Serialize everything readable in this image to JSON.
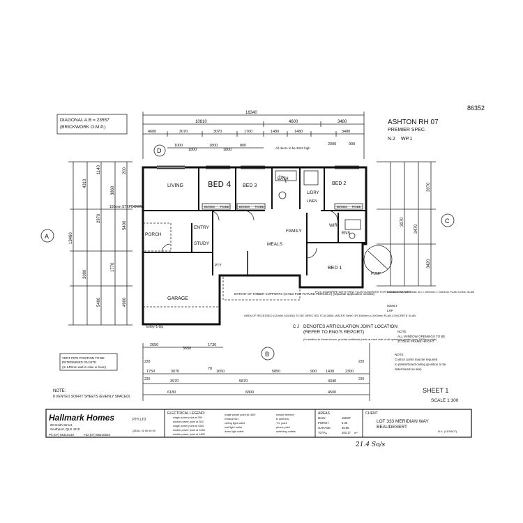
{
  "sheet_number_top": "86352",
  "title_block": {
    "name": "ASHTON RH 07",
    "spec": "PREMIER SPEC.",
    "revision": "N.2",
    "wp": "WP.1"
  },
  "diagonal_note": {
    "line1": "DIAGONAL A.B = 23557",
    "line2": "(BRICKWORK O.M.P.)"
  },
  "grid_markers": {
    "a": "A",
    "b": "B",
    "c": "C",
    "d": "D"
  },
  "dimensions_top": {
    "overall": "16340",
    "segments_row1": [
      "10810",
      "4600",
      "3480"
    ],
    "segments_row2": [
      "4600",
      "3070",
      "3070",
      "1700",
      "1480",
      "1480",
      "3480"
    ],
    "segments_row3": [
      "1000",
      "1800",
      "1800",
      "1800",
      "800",
      "2000",
      "900"
    ]
  },
  "dimensions_left": {
    "overall": "13460",
    "segments": [
      "4310",
      "3000",
      "1140",
      "2970",
      "5400",
      "3860",
      "1770",
      "200",
      "5400",
      "4900"
    ]
  },
  "dimensions_right": {
    "segments": [
      "3070",
      "3070",
      "3470",
      "3420"
    ]
  },
  "dimensions_bottom": {
    "row1": [
      "2650",
      "3650",
      "1730"
    ],
    "row2": [
      "1750",
      "3070",
      "70",
      "1650",
      "5850",
      "900",
      "1430",
      "2300"
    ],
    "row3": [
      "3970",
      "5870",
      "4340"
    ],
    "row4": [
      "6180",
      "6800",
      "4500"
    ],
    "extra": [
      "220",
      "220",
      "220",
      "220"
    ]
  },
  "rooms": {
    "living": "LIVING",
    "bed4": "BED 4",
    "bed3": "BED 3",
    "bath": "BATH",
    "ldry": "L/DRY",
    "bed2": "BED 2",
    "linen": "LINEN",
    "wir": "WIR",
    "ens": "ENS",
    "porch": "PORCH",
    "entry": "ENTRY",
    "study": "STUDY",
    "meals": "MEALS",
    "family": "FAMILY",
    "bed1": "BED 1",
    "garage": "GARAGE",
    "pty": "PTY",
    "pump": "PUMP"
  },
  "robes": [
    "BI/OBS",
    "ROBE",
    "BI/OBS",
    "ROBE",
    "BI/OBS",
    "ROBE"
  ],
  "callouts": {
    "stepdown": "150mm STEPDOWN",
    "all_doors": "All doors to be 2040 high",
    "timber_supports": "EXTENT OF TIMBER SUPPORTS (CHILD FOR FUTURE PERGOLA) (separate application needed)",
    "recessed_area": "AREA OF RECESSED (120x90 SOUND) TO BE DIRECTED TO A 2850L WATER TANK OR 3000mm x 2000mm PLAN CONCRETE SLAB",
    "pvc_downpipe": "P.V.C DOWNPIPE WITH FIRST FLUSH DIVERTER FOR RAINWATER TANK",
    "tank": "DOUBLE WATER TANK 4m x 1500mm x 2400mm PLAN CONC SLAB",
    "unit": "5000LT",
    "unit2": "LRP",
    "articulation_symbol": "C J",
    "articulation_title": "DENOTES ARTICULATION JOINT LOCATION",
    "articulation_sub": "(REFER TO ENG'S REPORT)",
    "articulation_note": "(In addition to those shown, provide additional joints at each side of all openings greater than 1800mm wide)",
    "window_note_1": "NOTE:",
    "window_note_2": "ALL WINDOW OPENINGS TO BE",
    "window_note_3": "2170mm FRAME HEIGHT",
    "control_joint_1": "NOTE:",
    "control_joint_2": "Control Joints may be required",
    "control_joint_3": "to plasterboard ceiling (position to be",
    "control_joint_4": "determined on site)",
    "vent_pipe_1": "VENT PIPE POSITION TO BE",
    "vent_pipe_2": "DETERMINED ON SITE",
    "vent_pipe_3": "(In 140mm wall in robe or linen)",
    "soffit_1": "NOTE:",
    "soffit_2": "8 VENTED SOFFIT SHEETS (EVENLY SPACED)",
    "entry_step": "Entry-1-Up"
  },
  "sheet_label": {
    "sheet": "SHEET 1",
    "scale": "SCALE 1:100"
  },
  "company": {
    "name": "Hallmark Homes",
    "suffix": "PTY.LTD",
    "address1": "60 Smith Street,",
    "address2": "Southport, QLD 4215",
    "phone": "Ph.(07) 55310310",
    "fax": "Fax.(07) 55310533",
    "licence": "QBSA. 91 60 60 59"
  },
  "electrical_legend": {
    "title": "ELECTRICAL LEGEND:",
    "col1": [
      "single power point at 300",
      "double power point at 300",
      "single power point at 1050",
      "double power point at 1050",
      "double power point at 1800"
    ],
    "col2": [
      "single power point at 1800",
      "exhaust fan",
      "ceiling light outlet",
      "wall light outlet",
      "down light outlet"
    ],
    "col3": [
      "smoke detector",
      "tv antenna",
      "T.V. point",
      "phone point",
      "switching outlets"
    ]
  },
  "areas": {
    "title": "AREAS",
    "rows": [
      {
        "label": "MAIN",
        "value": "158.87"
      },
      {
        "label": "PORCH",
        "value": "5.35"
      },
      {
        "label": "GARAGE",
        "value": "35.95"
      },
      {
        "label": "TOTAL",
        "value": "200.17"
      }
    ],
    "unit": "m²"
  },
  "client": {
    "title": "CLIENT",
    "lot": "LOT 333 MERIDIAN WAY",
    "suburb": "BEAUDESERT",
    "initials": "N.K. (31/05/07)"
  },
  "handwritten": {
    "bed4": "BED 4",
    "signature": "21.4 So/s"
  }
}
